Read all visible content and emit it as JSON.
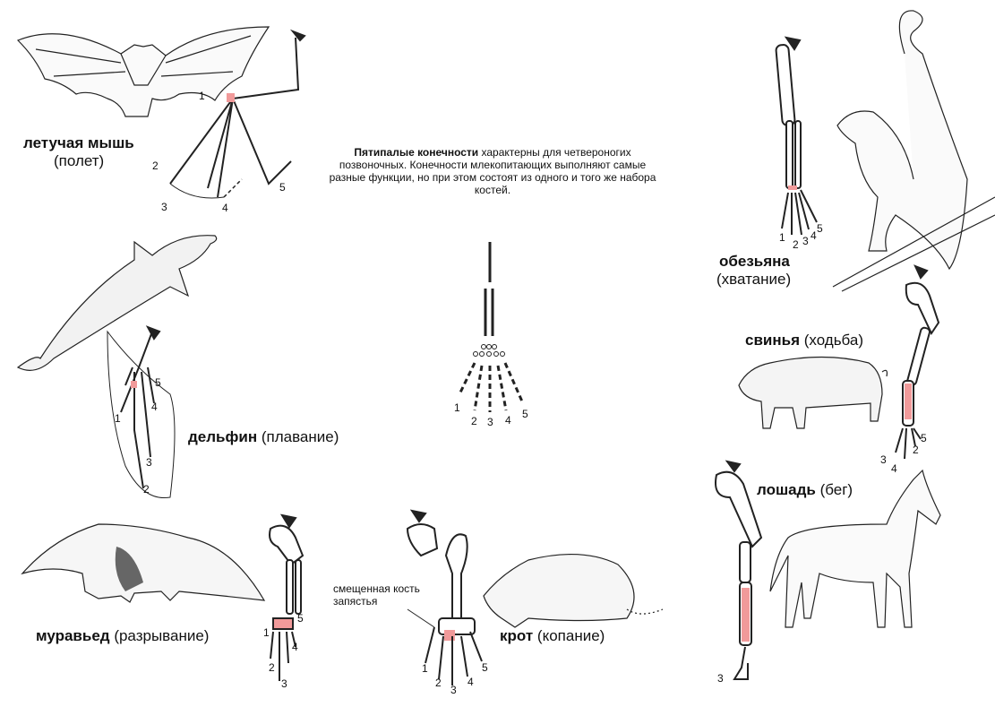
{
  "intro": {
    "bold": "Пятипалые конечности",
    "text": " характерны для четвероногих позвоночных. Конечности млекопитающих выполняют самые разные функции, но при этом состоят из одного и того же  набора костей."
  },
  "colors": {
    "highlight": "#f19a9a",
    "ink": "#111111"
  },
  "animals": {
    "bat": {
      "name": "летучая мышь",
      "function": "(полет)",
      "digits": [
        "1",
        "2",
        "3",
        "4",
        "5"
      ]
    },
    "dolphin": {
      "name": "дельфин",
      "function": "(плавание)",
      "digits": [
        "5",
        "4",
        "1",
        "3",
        "2"
      ]
    },
    "anteater": {
      "name": "муравьед",
      "function": "(разрывание)",
      "digits": [
        "1",
        "5",
        "4",
        "2",
        "3"
      ]
    },
    "mole": {
      "name": "крот",
      "function": "(копание)",
      "digits": [
        "1",
        "2",
        "3",
        "4",
        "5"
      ],
      "note_line1": "смещенная кость",
      "note_line2": "запястья"
    },
    "monkey": {
      "name": "обезьяна",
      "function": "(хватание)",
      "digits": [
        "1",
        "2",
        "3",
        "4",
        "5"
      ]
    },
    "pig": {
      "name": "свинья",
      "function": "(ходьба)",
      "digits": [
        "3",
        "4",
        "2",
        "5"
      ]
    },
    "horse": {
      "name": "лошадь",
      "function": "(бег)",
      "digits": [
        "3"
      ]
    }
  },
  "scheme": {
    "digits": [
      "1",
      "2",
      "3",
      "4",
      "5"
    ]
  }
}
